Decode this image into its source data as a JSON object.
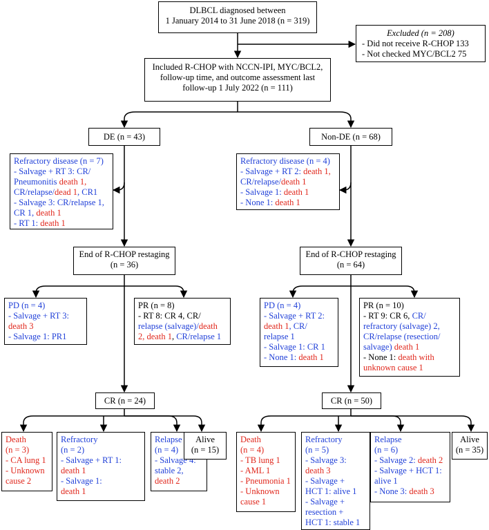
{
  "colors": {
    "blue": "#1f3fd8",
    "red": "#e0261b",
    "line": "#000000"
  },
  "top": {
    "l1": "DLBCL diagnosed between",
    "l2": "1 January 2014 to 31 June 2018 (n = 319)"
  },
  "excluded": {
    "title": "Excluded (n = 208)",
    "l1": "- Did not receive R-CHOP 133",
    "l2": "- Not checked MYC/BCL2 75"
  },
  "included": {
    "l1": "Included R-CHOP with NCCN-IPI, MYC/BCL2,",
    "l2": "follow-up time, and outcome assessment last",
    "l3": "follow-up 1 July 2022 (n = 111)"
  },
  "de": "DE (n = 43)",
  "nonde": "Non-DE (n = 68)",
  "de_ref": {
    "title": "Refractory disease (n = 7)",
    "a1": "- Salvage + RT 3: CR/",
    "a2": "Pneumonitis ",
    "a2r": "death 1,",
    "a3": "CR/relapse/",
    "a3r": "dead 1",
    "a3b": ", CR1",
    "b1": "- Salvage 3: CR/relapse 1,",
    "b2": "CR 1, ",
    "b2r": "death 1",
    "c1": "- RT 1: ",
    "c1r": "death 1"
  },
  "nde_ref": {
    "title": "Refractory disease (n = 4)",
    "a1": "- Salvage + RT 2: ",
    "a1r": "death 1",
    "a1b": ",",
    "a2": "CR/relapse/",
    "a2r": "death 1",
    "b1": "- Salvage 1: ",
    "b1r": "death 1",
    "c1": "- None 1: ",
    "c1r": "death 1"
  },
  "de_rest": {
    "l1": "End of R-CHOP restaging",
    "l2": "(n = 36)"
  },
  "nde_rest": {
    "l1": "End of R-CHOP restaging",
    "l2": "(n = 64)"
  },
  "de_pd": {
    "title": "PD (n = 4)",
    "a1": "- Salvage + RT 3:",
    "a2": "death 3",
    "b1": "- Salvage 1: PR1"
  },
  "de_pr": {
    "title": "PR (n = 8)",
    "a1": "- RT 8: CR 4, CR/",
    "a2b": "relapse (salvage)/",
    "a2r": "death",
    "a3r": "2, death 1",
    "a3k": ", ",
    "a3b": "CR/relapse 1"
  },
  "nde_pd": {
    "title": "PD (n = 4)",
    "a1": "- Salvage + RT 2:",
    "a2r": "death 1",
    "a2b": ", CR/",
    "a3": "relapse 1",
    "b1": "- Salvage 1: CR 1",
    "c1": "- None 1: ",
    "c1r": "death 1"
  },
  "nde_pr": {
    "title": "PR (n = 10)",
    "a1": "- RT 9: CR 6, ",
    "a1b": "CR/",
    "a2b": "refractory (salvage) 2,",
    "a3b": "CR/relapse (resection/",
    "a4b": "salvage) ",
    "a4r": "death 1",
    "b1": "- None 1: ",
    "b1r": "death with",
    "b2r": "unknown cause 1"
  },
  "de_cr": "CR (n = 24)",
  "nde_cr": "CR (n = 50)",
  "de_death": {
    "l1": "Death",
    "l2": "(n = 3)",
    "l3": "- CA lung 1",
    "l4": "- Unknown",
    "l5": "cause 2"
  },
  "de_refr": {
    "l1": "Refractory",
    "l2": "(n = 2)",
    "l3": "- Salvage + RT 1:",
    "l4": "death 1",
    "l5": "- Salvage 1:",
    "l6": "death 1"
  },
  "de_relapse": {
    "l1": "Relapse",
    "l2": "(n = 4)",
    "l3": "- Salvage 4:",
    "l4": "stable 2,",
    "l5": "death 2"
  },
  "de_alive": {
    "l1": "Alive",
    "l2": "(n = 15)"
  },
  "nde_death": {
    "l1": "Death",
    "l2": "(n = 4)",
    "l3": "- TB lung 1",
    "l4": "- AML 1",
    "l5": "- Pneumonia 1",
    "l6": "- Unknown",
    "l7": "cause 1"
  },
  "nde_refr": {
    "l1": "Refractory",
    "l2": "(n = 5)",
    "l3": "- Salvage 3:",
    "l4": "death 3",
    "l5": "- Salvage +",
    "l6": "HCT 1: alive 1",
    "l7": "- Salvage +",
    "l8": "resection +",
    "l9": "HCT 1: stable 1"
  },
  "nde_relapse": {
    "l1": "Relapse",
    "l2": "(n = 6)",
    "l3": "- Salvage 2: ",
    "l3r": "death 2",
    "l4": "- Salvage + HCT 1:",
    "l5": "alive 1",
    "l6": "- None 3: ",
    "l6r": "death 3"
  },
  "nde_alive": {
    "l1": "Alive",
    "l2": "(n = 35)"
  }
}
